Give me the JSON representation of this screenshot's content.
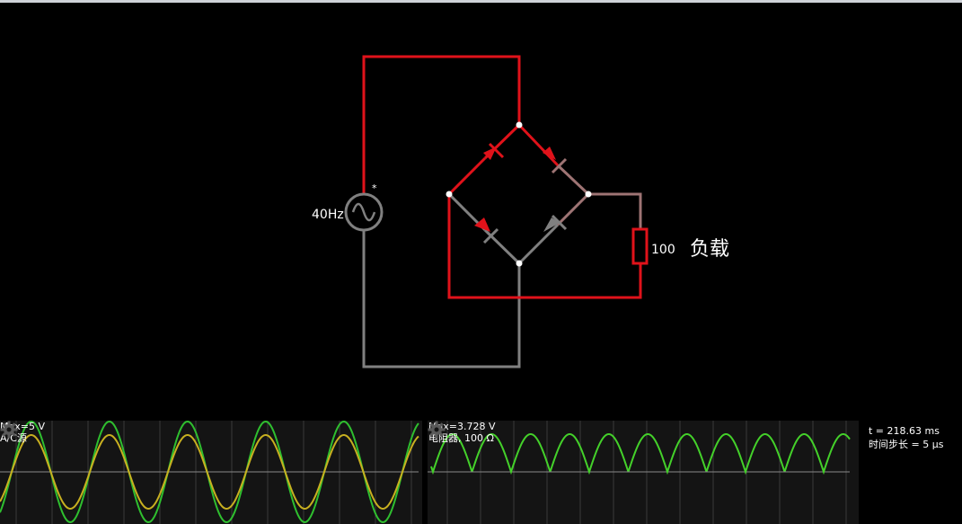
{
  "circuit": {
    "source_label": "40Hz",
    "source_marker": "*",
    "resistor_value": "100",
    "load_label": "负载"
  },
  "scope1": {
    "max_label": "Max=5 V",
    "name_label": "A/C源",
    "icon": "gear-icon"
  },
  "scope2": {
    "max_label": "Max=3.728 V",
    "name_label": "电阻器, 100 Ω",
    "icon": "gear-icon"
  },
  "status": {
    "time": "t = 218.63 ms",
    "timestep": "时间步长 = 5 µs"
  },
  "colors": {
    "active_wire": "#e0121a",
    "inactive_wire": "#808080",
    "mid_wire": "#9e7474",
    "scope_trace_green": "#2fbf2f",
    "scope_trace_yellow": "#c8b020",
    "scope2_trace": "#44d12a"
  }
}
